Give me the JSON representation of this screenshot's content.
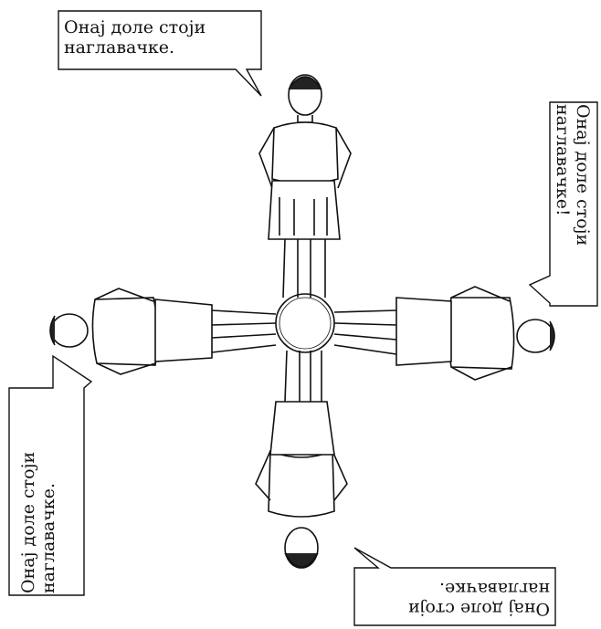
{
  "bubbles": {
    "top": {
      "line1": "Онај доле стоји",
      "line2": "наглавачке."
    },
    "right": {
      "line1": "Онај доле стоји",
      "line2": "наглавачке!"
    },
    "left": {
      "line1": "Онај доле стоји",
      "line2": "наглавачке."
    },
    "bottom": {
      "line1": "Онај доле стоји",
      "line2": "наглавачке."
    }
  },
  "colors": {
    "ink": "#111111",
    "paper": "#ffffff"
  }
}
